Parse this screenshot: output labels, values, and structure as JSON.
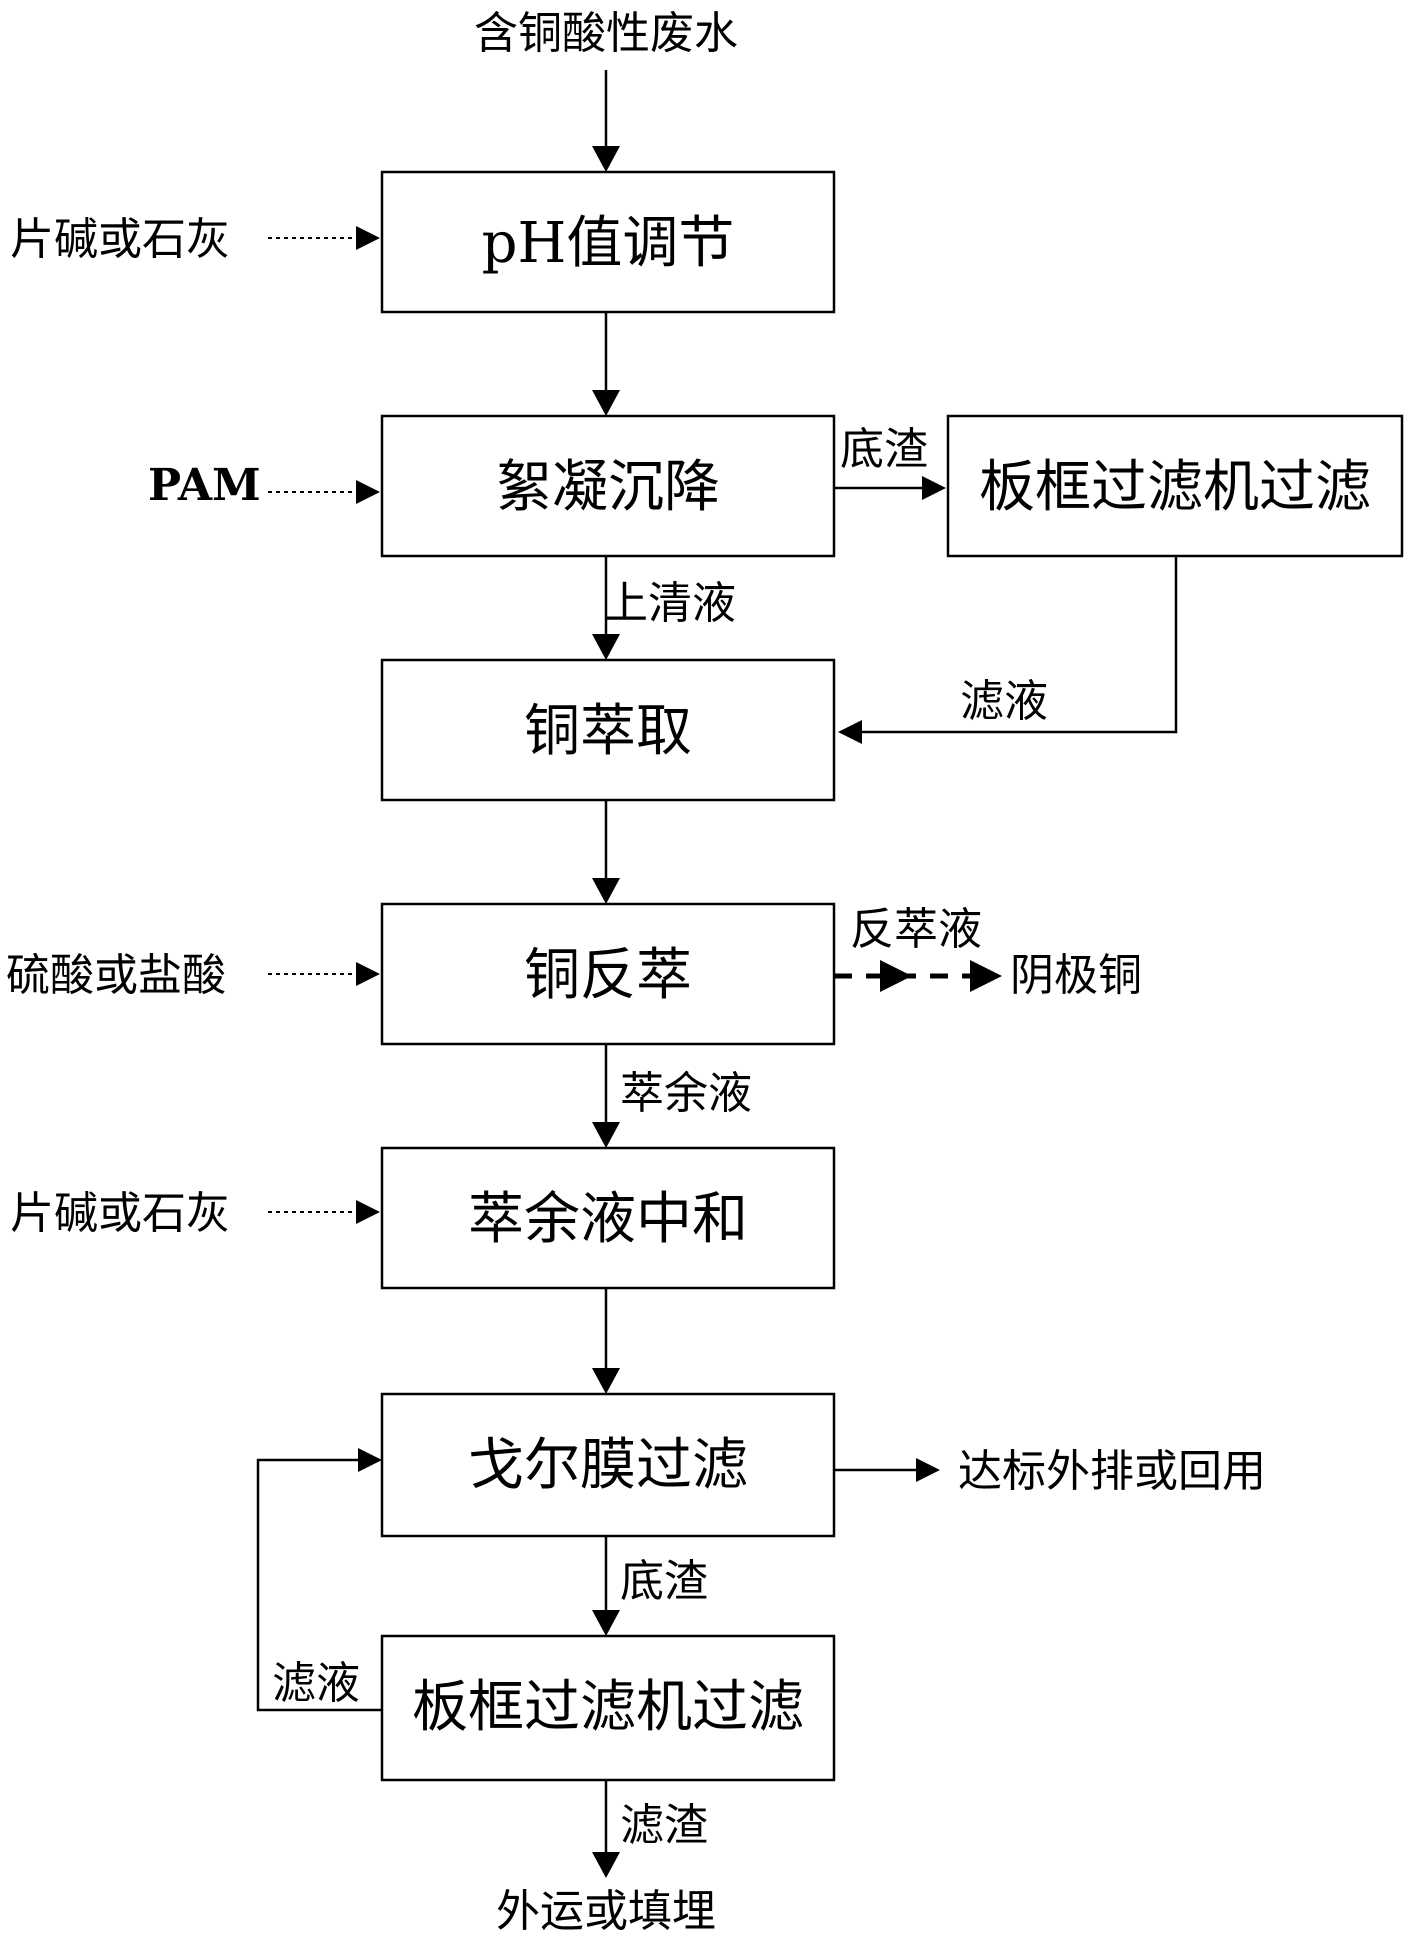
{
  "diagram": {
    "input_top": "含铜酸性废水",
    "steps": {
      "ph_adjust": "pH值调节",
      "flocculation": "絮凝沉降",
      "plate_filter_1": "板框过滤机过滤",
      "copper_extraction": "铜萃取",
      "copper_stripping": "铜反萃",
      "raffinate_neutralization": "萃余液中和",
      "gore_membrane_filter": "戈尔膜过滤",
      "plate_filter_2": "板框过滤机过滤"
    },
    "side_inputs": {
      "caustic_or_lime_1": "片碱或石灰",
      "pam": "PAM",
      "acid": "硫酸或盐酸",
      "caustic_or_lime_2": "片碱或石灰"
    },
    "flow_labels": {
      "sludge_1": "底渣",
      "supernatant": "上清液",
      "filtrate_1": "滤液",
      "strip_liquor": "反萃液",
      "raffinate": "萃余液",
      "sludge_2": "底渣",
      "filtrate_2": "滤液",
      "filter_residue": "滤渣"
    },
    "outputs": {
      "cathode_copper": "阴极铜",
      "discharge_or_reuse": "达标外排或回用",
      "disposal": "外运或填埋"
    }
  }
}
